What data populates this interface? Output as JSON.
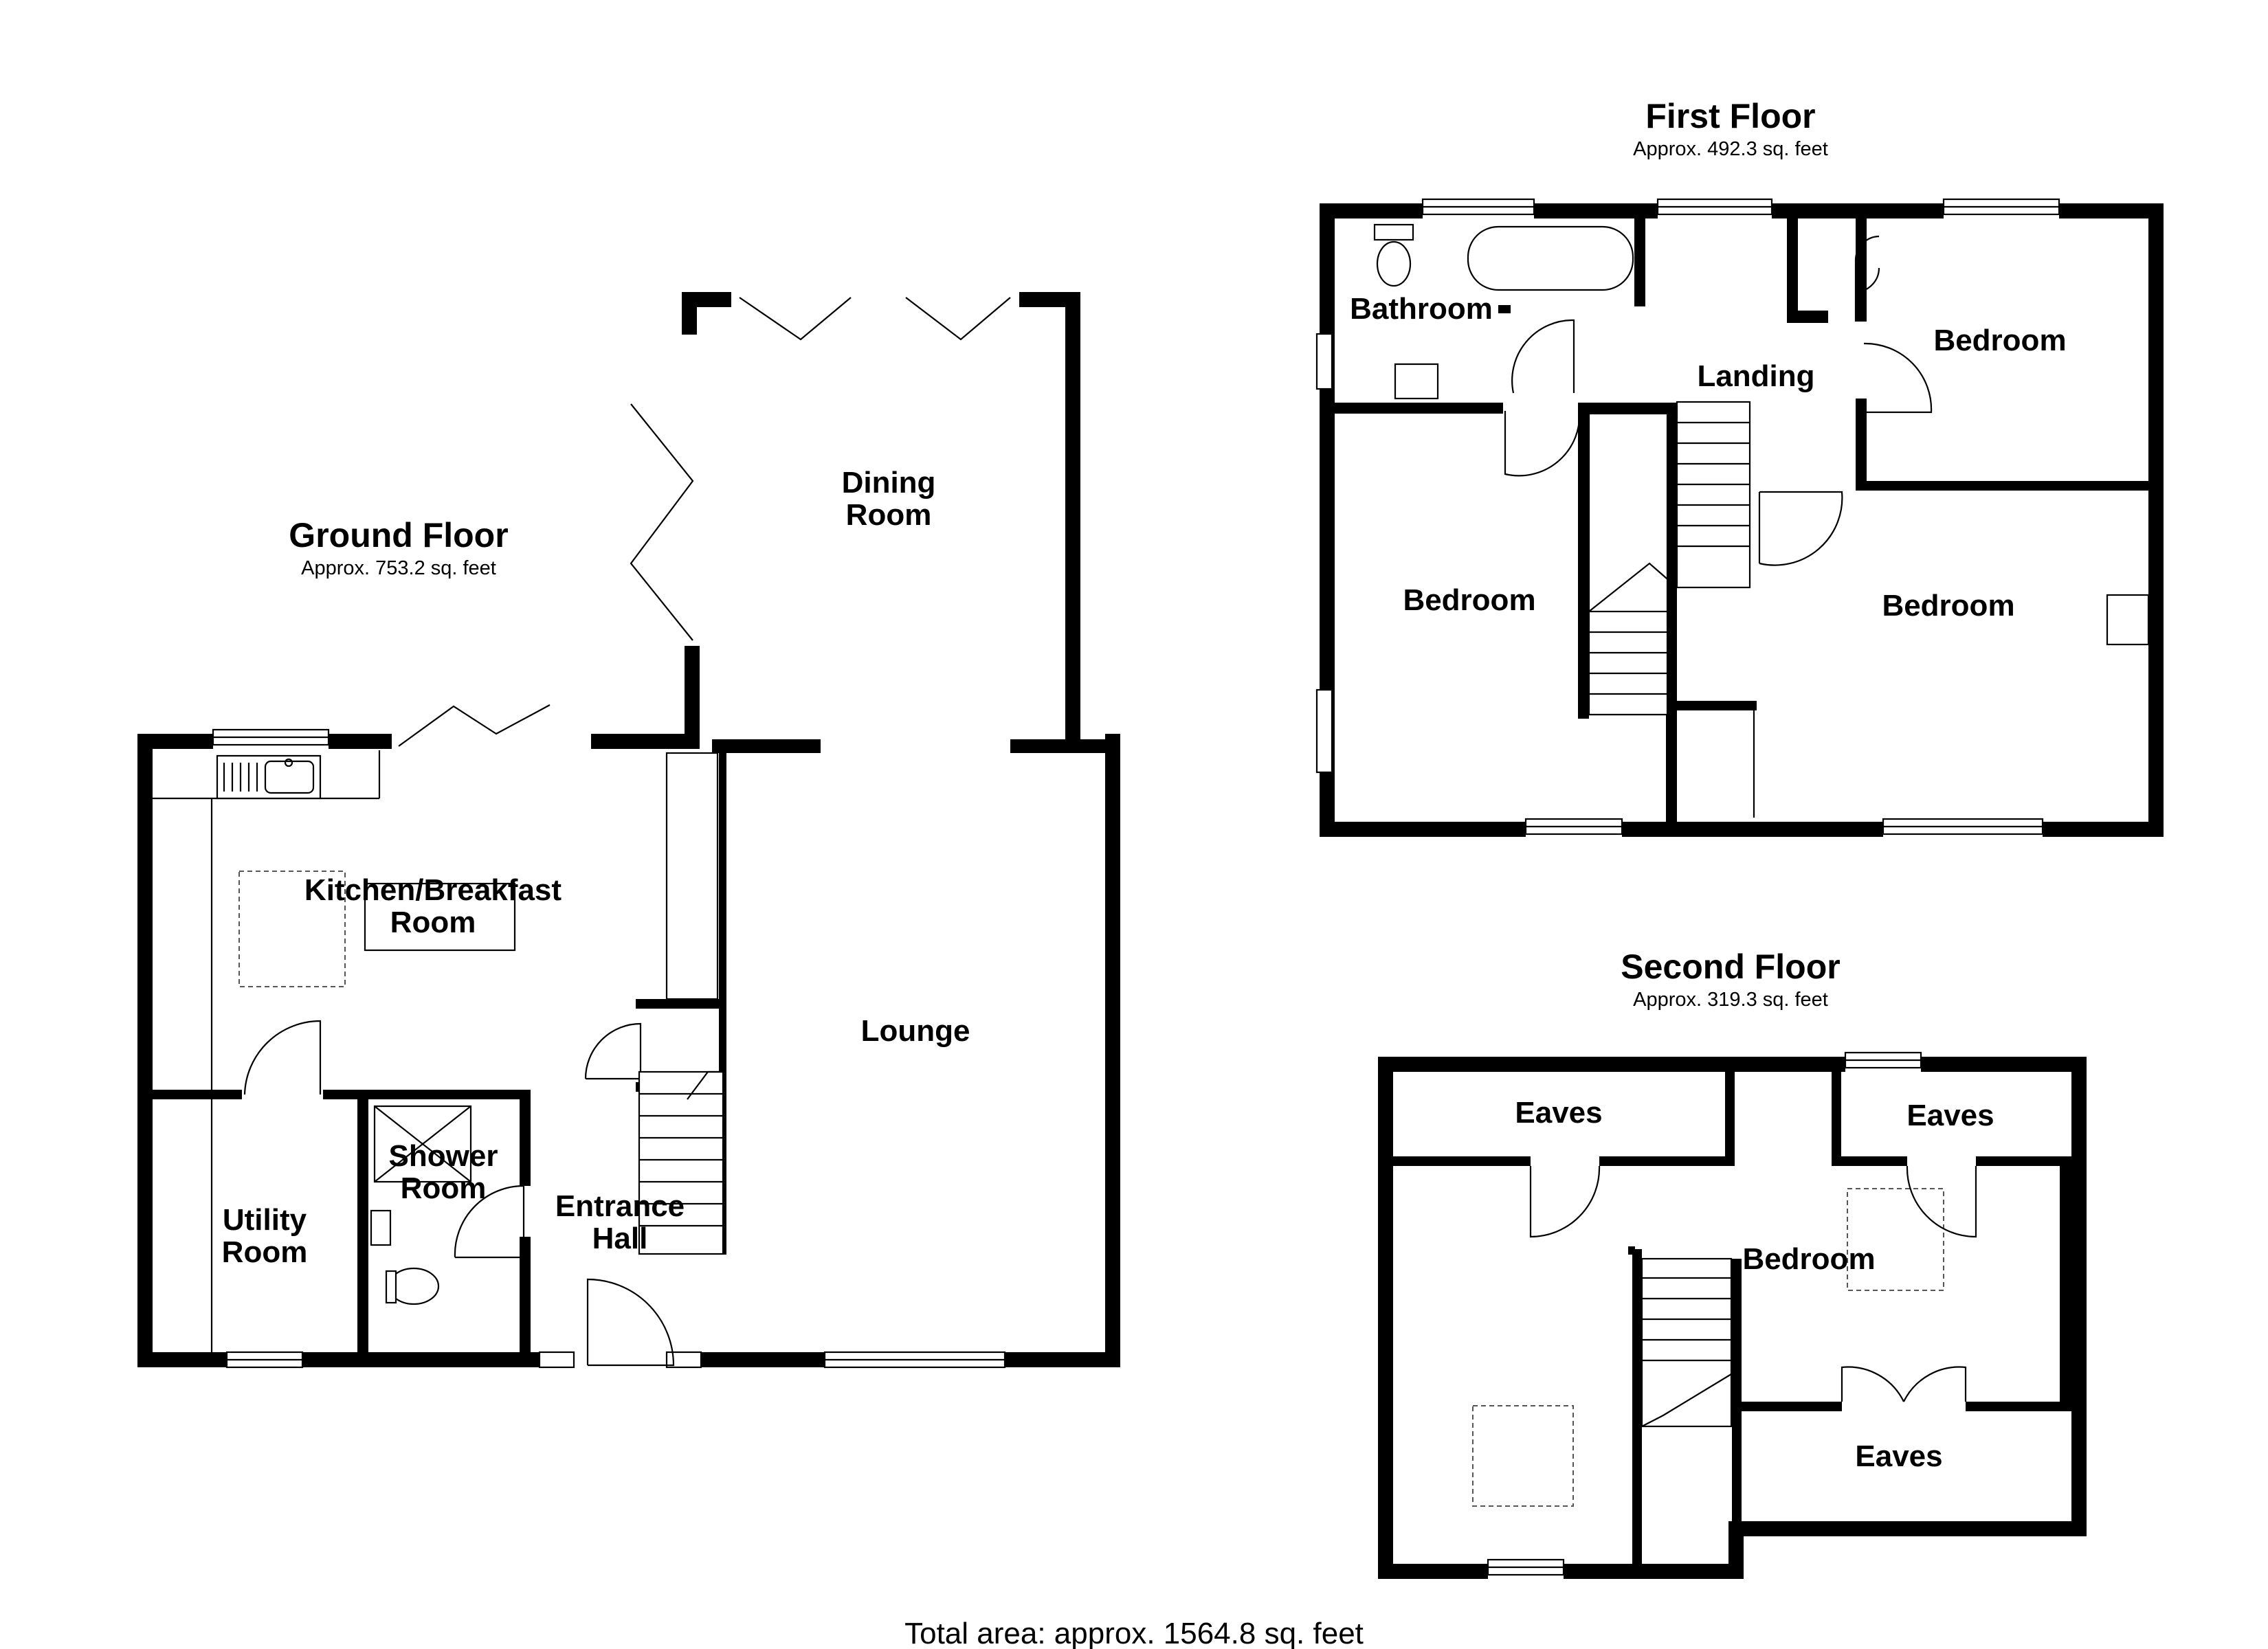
{
  "floors": {
    "ground": {
      "title": "Ground Floor",
      "area": "Approx. 753.2 sq. feet",
      "rooms": {
        "dining_1": "Dining",
        "dining_2": "Room",
        "kitchen_1": "Kitchen/Breakfast",
        "kitchen_2": "Room",
        "lounge": "Lounge",
        "shower_1": "Shower",
        "shower_2": "Room",
        "utility_1": "Utility",
        "utility_2": "Room",
        "entrance_1": "Entrance",
        "entrance_2": "Hall"
      }
    },
    "first": {
      "title": "First Floor",
      "area": "Approx. 492.3 sq. feet",
      "rooms": {
        "bathroom": "Bathroom",
        "landing": "Landing",
        "bedroom_ne": "Bedroom",
        "bedroom_w": "Bedroom",
        "bedroom_se": "Bedroom"
      }
    },
    "second": {
      "title": "Second Floor",
      "area": "Approx. 319.3 sq. feet",
      "rooms": {
        "eaves_nw": "Eaves",
        "eaves_ne": "Eaves",
        "bedroom": "Bedroom",
        "eaves_s": "Eaves"
      }
    }
  },
  "total_area": "Total area: approx. 1564.8 sq. feet"
}
